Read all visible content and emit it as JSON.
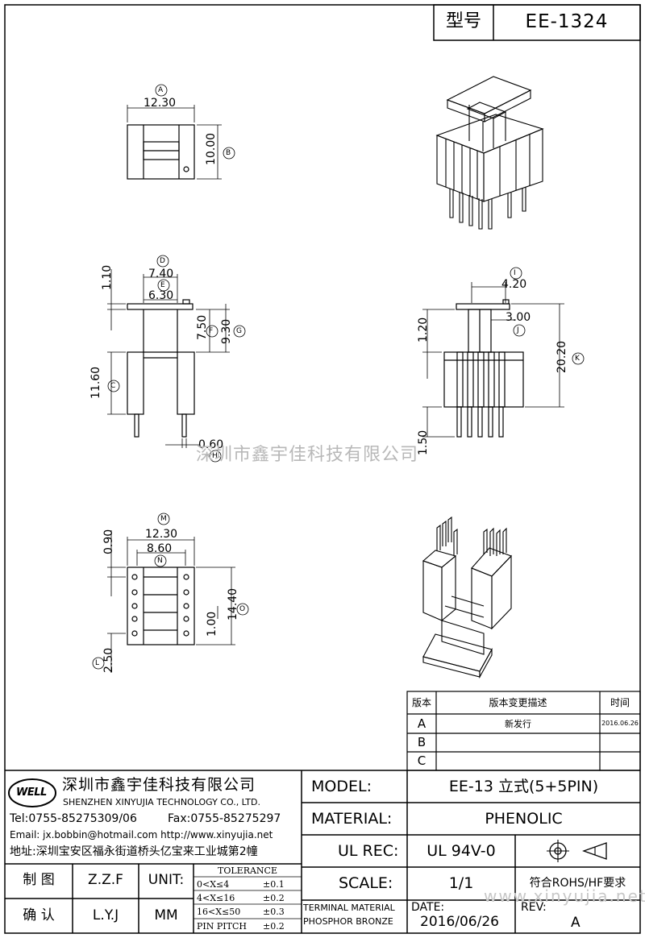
{
  "header": {
    "type_label": "型号",
    "model_code": "EE-1324"
  },
  "dims": {
    "top_view": {
      "a": "12.30",
      "b": "10.00",
      "a_ref": "A",
      "b_ref": "B"
    },
    "front_view": {
      "d": "7.40",
      "e": "6.30",
      "h_top": "1.10",
      "f": "7.50",
      "g": "9.30",
      "c": "11.60",
      "h": "0.60",
      "d_ref": "D",
      "e_ref": "E",
      "f_ref": "F",
      "g_ref": "G",
      "c_ref": "C",
      "h_ref": "H"
    },
    "side_view": {
      "i": "4.20",
      "j": "3.00",
      "t1": "1.20",
      "k": "20.20",
      "bot": "1.50",
      "i_ref": "I",
      "j_ref": "J",
      "k_ref": "K"
    },
    "bottom_view": {
      "m": "12.30",
      "n": "8.60",
      "t": "0.90",
      "o": "14.40",
      "p": "1.00",
      "l": "2.50",
      "m_ref": "M",
      "n_ref": "N",
      "o_ref": "O",
      "l_ref": "L"
    }
  },
  "watermark": "深圳市鑫宇佳科技有限公司",
  "watermark_url": "www.xinyujia.net",
  "revision_table": {
    "headers": [
      "版本",
      "版本变更描述",
      "时间"
    ],
    "rows": [
      {
        "rev": "A",
        "desc": "新发行",
        "date": "2016.06.26"
      },
      {
        "rev": "B",
        "desc": "",
        "date": ""
      },
      {
        "rev": "C",
        "desc": "",
        "date": ""
      }
    ]
  },
  "company": {
    "logo_text": "WELL",
    "name_cn": "深圳市鑫宇佳科技有限公司",
    "name_en": "SHENZHEN XINYUJIA TECHNOLOGY CO., LTD.",
    "tel": "Tel:0755-85275309/06",
    "fax": "Fax:0755-85275297",
    "email": "Email: jx.bobbin@hotmail.com http://www.xinyujia.net",
    "address": "地址:深圳宝安区福永街道桥头亿宝来工业城第2幢"
  },
  "info": {
    "model_label": "MODEL:",
    "model_value": "EE-13 立式(5+5PIN)",
    "material_label": "MATERIAL:",
    "material_value": "PHENOLIC",
    "ulrec_label": "UL REC:",
    "ulrec_value": "UL 94V-0",
    "scale_label": "SCALE:",
    "scale_value": "1/1",
    "rohs": "符合ROHS/HF要求",
    "terminal_line1": "TERMINAL MATERIAL",
    "terminal_line2": "PHOSPHOR  BRONZE",
    "date_label": "DATE:",
    "date_value": "2016/06/26",
    "rev_label": "REV:",
    "rev_value": "A"
  },
  "signoff": {
    "draw_label": "制 图",
    "draw_name": "Z.Z.F",
    "check_label": "确 认",
    "check_name": "L.Y.J",
    "unit_label": "UNIT:",
    "unit_value": "MM"
  },
  "tolerance": {
    "title": "TOLERANCE",
    "rows": [
      {
        "range": "0<X≤4",
        "value": "±0.1"
      },
      {
        "range": "4<X≤16",
        "value": "±0.2"
      },
      {
        "range": "16<X≤50",
        "value": "±0.3"
      },
      {
        "range": "PIN PITCH",
        "value": "±0.2"
      }
    ]
  }
}
